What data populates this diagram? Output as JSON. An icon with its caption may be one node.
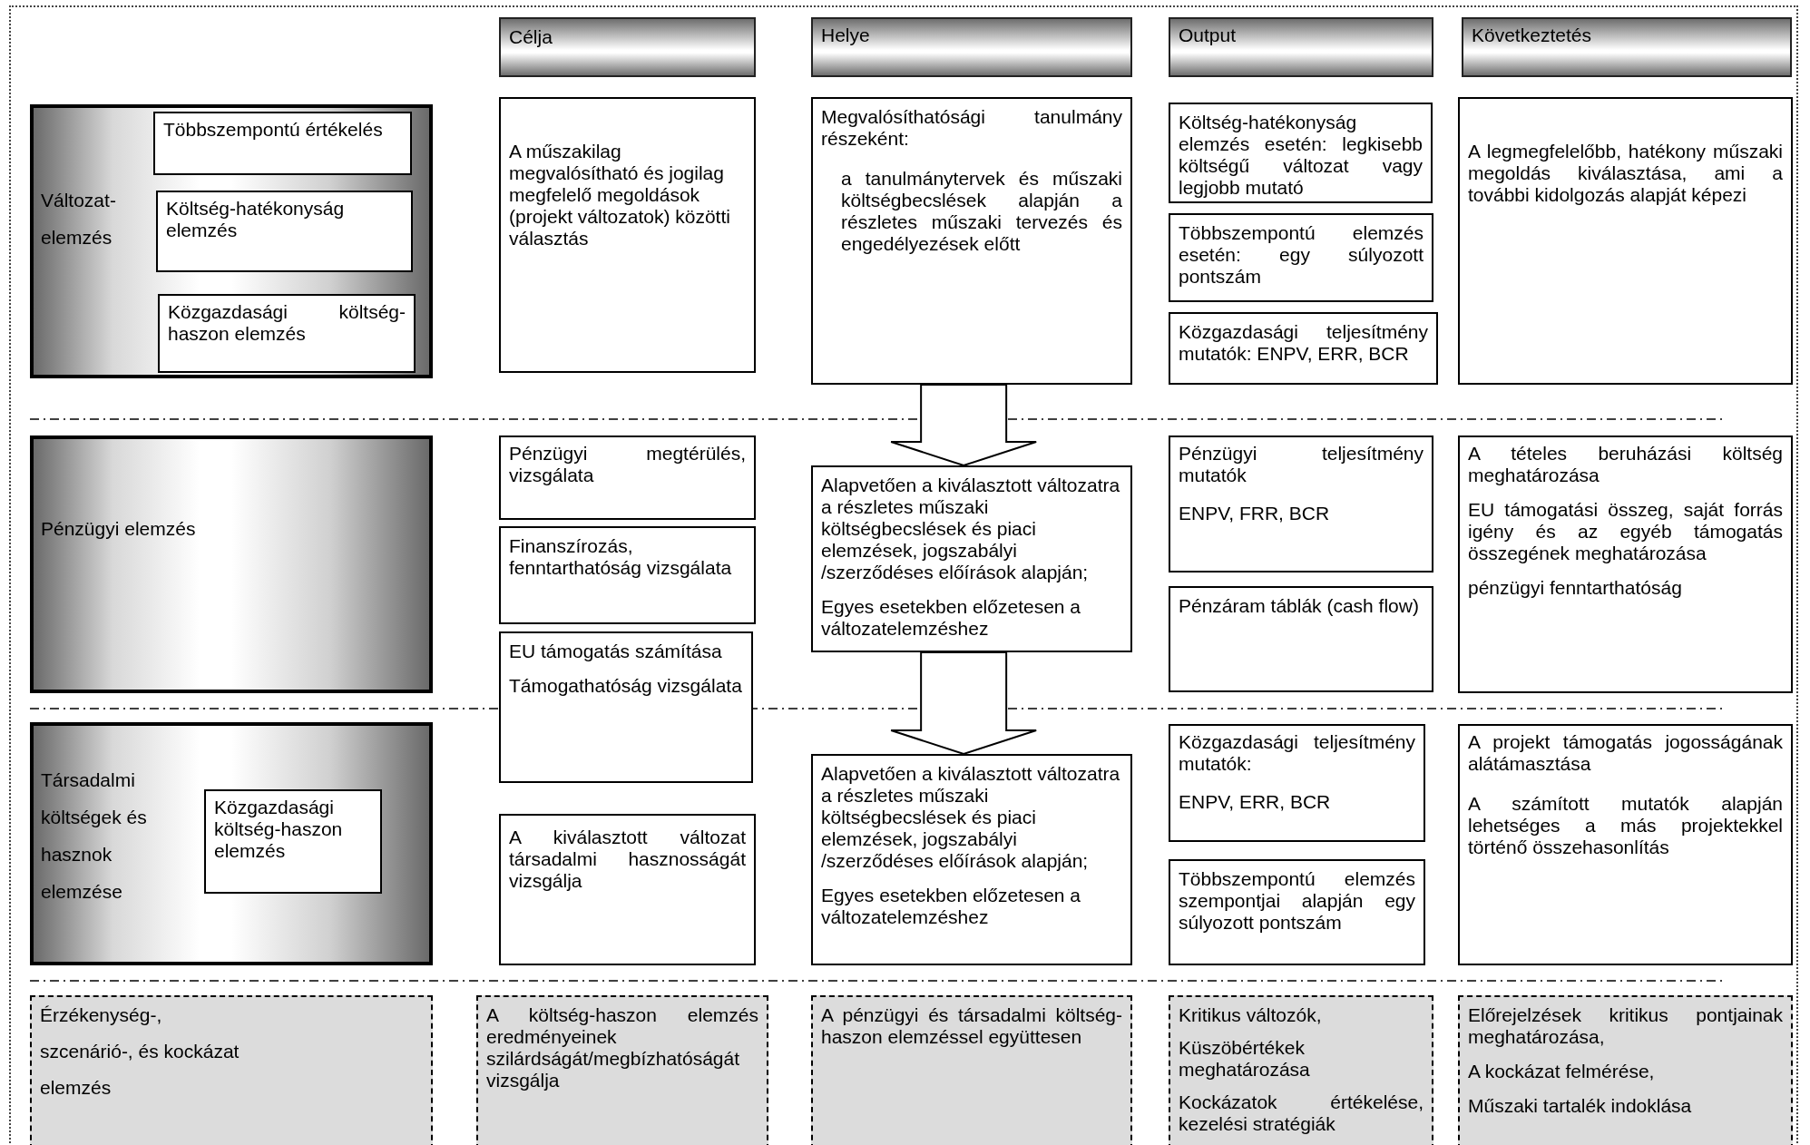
{
  "diagram": {
    "nodes": [
      {
        "text": [
          "Célja"
        ]
      },
      {
        "text": [
          "Helye"
        ]
      },
      {
        "text": [
          "Output"
        ]
      },
      {
        "text": [
          "Következtetés"
        ]
      },
      {
        "text": [
          "Változat-",
          "elemzés"
        ]
      },
      {
        "text": [
          "Többszempontú értékelés"
        ],
        "in": 4
      },
      {
        "text": [
          "Költség-hatékonyság elemzés"
        ],
        "in": 4
      },
      {
        "text": [
          "Közgazdasági költség-haszon elemzés"
        ],
        "in": 4
      },
      {
        "text": [
          "A műszakilag megvalósítható és jogilag megfelelő megoldások (projekt változatok) közötti választás"
        ]
      },
      {
        "text": [
          "Megvalósíthatósági tanulmány részeként:",
          "a tanulmánytervek és műszaki költségbecslések alapján a részletes műszaki tervezés és engedélyezések előtt"
        ]
      },
      {
        "text": [
          "Költség-hatékonyság elemzés esetén: legkisebb költségű változat vagy legjobb mutató"
        ]
      },
      {
        "text": [
          "Többszempontú elemzés esetén: egy súlyozott pontszám"
        ]
      },
      {
        "text": [
          "Közgazdasági teljesítmény mutatók: ENPV, ERR, BCR"
        ]
      },
      {
        "text": [
          "A legmegfelelőbb, hatékony műszaki megoldás kiválasztása, ami a további kidolgozás alapját képezi"
        ]
      },
      {
        "text": [
          "Pénzügyi elemzés"
        ]
      },
      {
        "text": [
          "Pénzügyi megtérülés, vizsgálata"
        ]
      },
      {
        "text": [
          "Finanszírozás, fenntarthatóság vizsgálata"
        ]
      },
      {
        "text": [
          "EU támogatás számítása",
          "Támogathatóság vizsgálata"
        ]
      },
      {
        "text": [
          "Alapvetően a kiválasztott változatra a részletes műszaki költségbecslések és piaci elemzések, jogszabályi /szerződéses előírások alapján;",
          "Egyes esetekben előzetesen a változatelemzéshez"
        ]
      },
      {
        "text": [
          "Pénzügyi teljesítmény mutatók",
          "ENPV, FRR, BCR"
        ]
      },
      {
        "text": [
          "Pénzáram táblák (cash flow)"
        ]
      },
      {
        "text": [
          "A tételes beruházási költség meghatározása",
          "EU támogatási összeg, saját forrás igény és az egyéb támogatás összegének meghatározása",
          "pénzügyi fenntarthatóság"
        ]
      },
      {
        "text": [
          "Társadalmi",
          "költségek és",
          "hasznok",
          "elemzése"
        ]
      },
      {
        "text": [
          "Közgazdasági költség-haszon elemzés"
        ],
        "in": 22
      },
      {
        "text": [
          "A kiválasztott változat társadalmi hasznosságát vizsgálja"
        ]
      },
      {
        "text": [
          "Alapvetően a kiválasztott változatra a részletes műszaki költségbecslések és piaci elemzések, jogszabályi /szerződéses előírások alapján;",
          "Egyes esetekben előzetesen a változatelemzéshez"
        ]
      },
      {
        "text": [
          "Közgazdasági teljesítmény mutatók:",
          "ENPV, ERR, BCR"
        ]
      },
      {
        "text": [
          "Többszempontú elemzés szempontjai alapján egy súlyozott pontszám"
        ]
      },
      {
        "text": [
          "A projekt támogatás jogosságának alátámasztása",
          "A számított mutatók alapján lehetséges a más projektekkel történő összehasonlítás"
        ]
      },
      {
        "text": [
          "Érzékenység-,",
          "szcenárió-, és kockázat",
          "elemzés"
        ]
      },
      {
        "text": [
          "A költség-haszon elemzés eredményeinek szilárdságát/megbízhatóságát vizsgálja"
        ]
      },
      {
        "text": [
          "A pénzügyi és társadalmi költség-haszon elemzéssel együttesen"
        ]
      },
      {
        "text": [
          "Kritikus változók,",
          "Küszöbértékek meghatározása",
          "Kockázatok értékelése, kezelési stratégiák"
        ]
      },
      {
        "text": [
          "Előrejelzések kritikus pontjainak meghatározása,",
          "A kockázat felmérése,",
          "Műszaki tartalék indoklása"
        ]
      }
    ],
    "edges": [
      {
        "from": 9,
        "to": 18,
        "arrow": "to"
      },
      {
        "from": 18,
        "to": 25,
        "arrow": "to"
      }
    ]
  }
}
